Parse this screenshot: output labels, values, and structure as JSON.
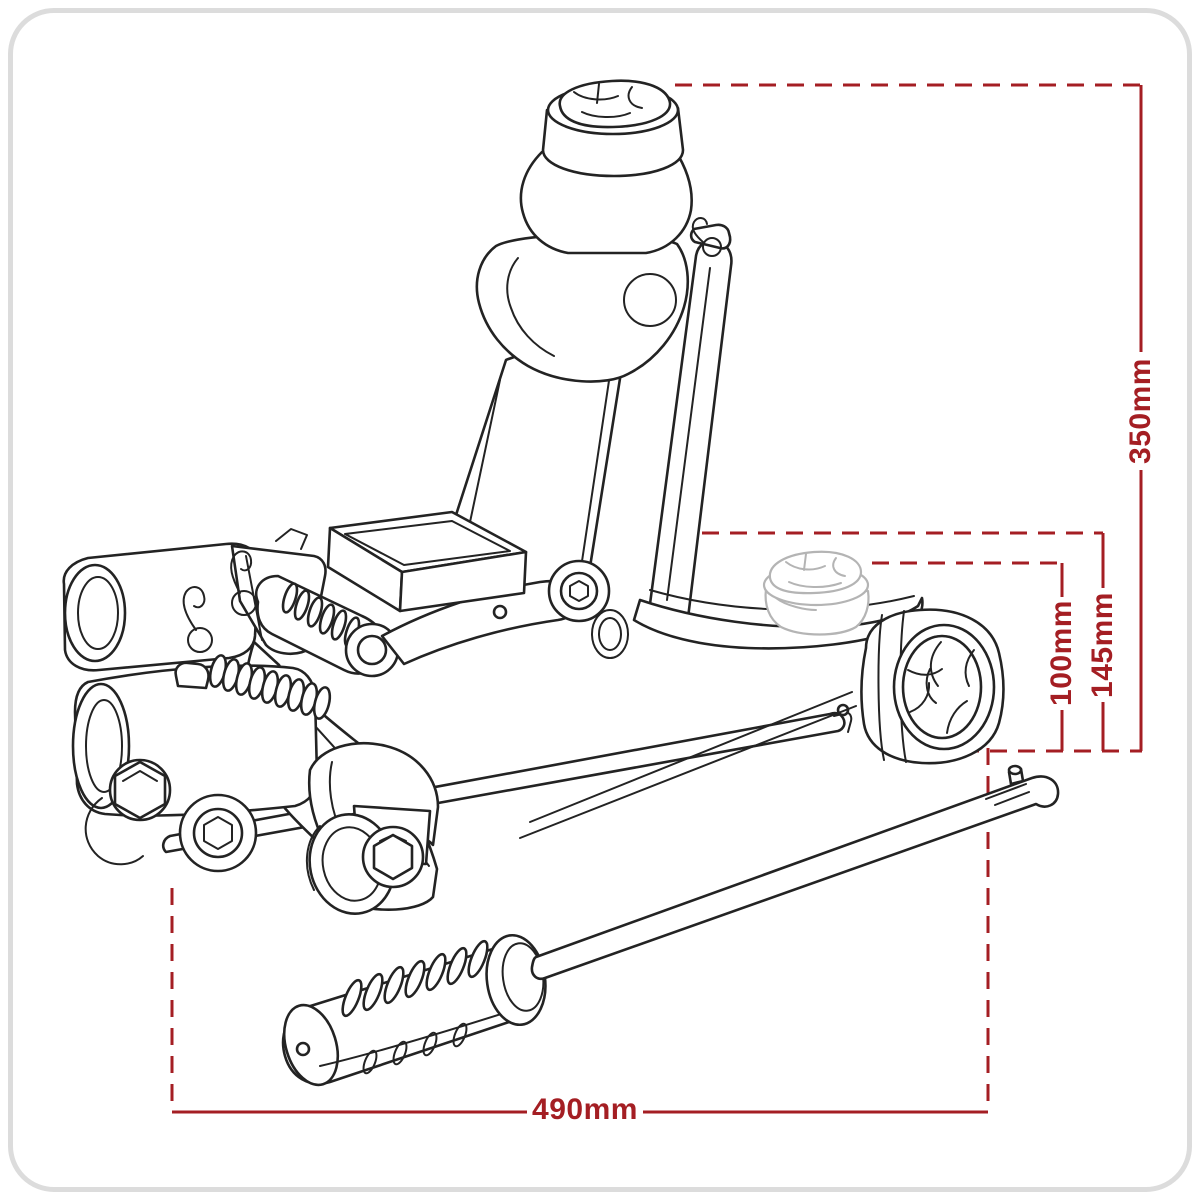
{
  "figure": {
    "type": "technical line drawing",
    "subject": "Short-chassis trolley jack with two-piece handle; saddle shown raised and lowered saddle position ghosted",
    "style": "monochrome outline illustration with red dimension callouts"
  },
  "colors": {
    "background": "#ffffff",
    "ink": "#232323",
    "ghost": "#b4b4b4",
    "accent": "#a41e23",
    "frame_border": "#dcdcdc"
  },
  "dimensions": {
    "unit": "mm",
    "items": [
      {
        "id": "max-lift-height",
        "label": "350mm",
        "orientation": "vertical"
      },
      {
        "id": "chassis-height",
        "label": "145mm",
        "orientation": "vertical"
      },
      {
        "id": "min-saddle-height",
        "label": "100mm",
        "orientation": "vertical"
      },
      {
        "id": "overall-length",
        "label": "490mm",
        "orientation": "horizontal"
      }
    ]
  }
}
